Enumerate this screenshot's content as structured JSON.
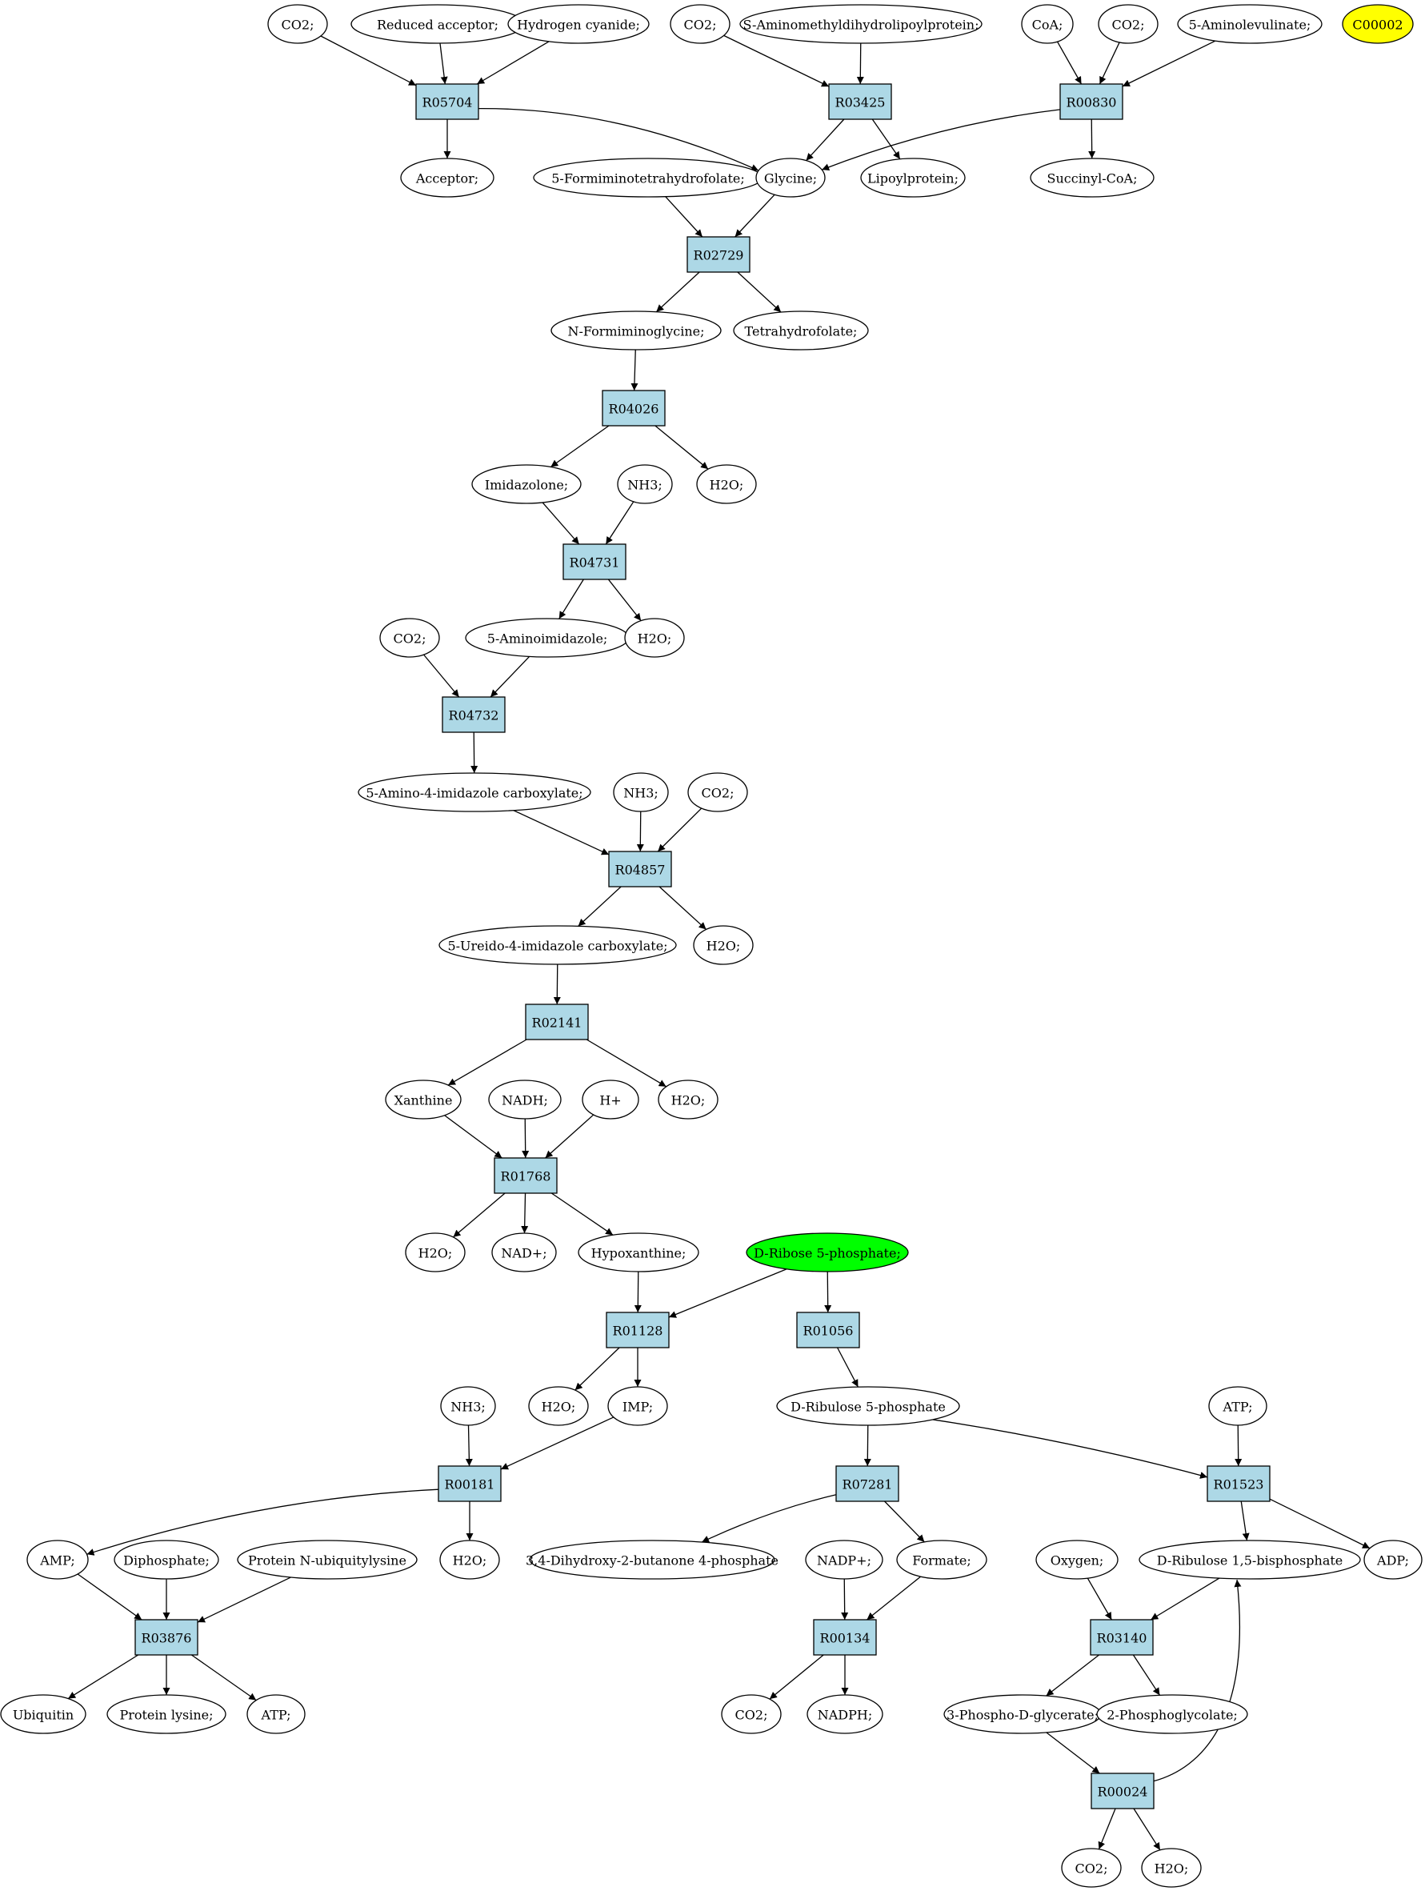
{
  "colors": {
    "reaction_fill": "#add8e6",
    "compound_fill": "#ffffff",
    "highlight_yellow": "#ffff00",
    "highlight_green": "#00ff00",
    "stroke": "#000000"
  },
  "reactions": [
    {
      "id": "R05704",
      "label": "R05704"
    },
    {
      "id": "R03425",
      "label": "R03425"
    },
    {
      "id": "R00830",
      "label": "R00830"
    },
    {
      "id": "R02729",
      "label": "R02729"
    },
    {
      "id": "R04026",
      "label": "R04026"
    },
    {
      "id": "R04731",
      "label": "R04731"
    },
    {
      "id": "R04732",
      "label": "R04732"
    },
    {
      "id": "R04857",
      "label": "R04857"
    },
    {
      "id": "R02141",
      "label": "R02141"
    },
    {
      "id": "R01768",
      "label": "R01768"
    },
    {
      "id": "R01128",
      "label": "R01128"
    },
    {
      "id": "R01056",
      "label": "R01056"
    },
    {
      "id": "R00181",
      "label": "R00181"
    },
    {
      "id": "R07281",
      "label": "R07281"
    },
    {
      "id": "R01523",
      "label": "R01523"
    },
    {
      "id": "R03876",
      "label": "R03876"
    },
    {
      "id": "R00134",
      "label": "R00134"
    },
    {
      "id": "R03140",
      "label": "R03140"
    },
    {
      "id": "R00024",
      "label": "R00024"
    }
  ],
  "compounds": [
    {
      "id": "co2_a",
      "label": "CO2;"
    },
    {
      "id": "reduced_acceptor",
      "label": "Reduced acceptor;"
    },
    {
      "id": "hydrogen_cyanide",
      "label": "Hydrogen cyanide;"
    },
    {
      "id": "co2_b",
      "label": "CO2;"
    },
    {
      "id": "s_amino",
      "label": "S-Aminomethyldihydrolipoylprotein;"
    },
    {
      "id": "coa",
      "label": "CoA;"
    },
    {
      "id": "co2_c",
      "label": "CO2;"
    },
    {
      "id": "aminolevulinate",
      "label": "5-Aminolevulinate;"
    },
    {
      "id": "c00002",
      "label": "C00002",
      "highlight": "yellow"
    },
    {
      "id": "acceptor",
      "label": "Acceptor;"
    },
    {
      "id": "formimino_thf",
      "label": "5-Formiminotetrahydrofolate;"
    },
    {
      "id": "glycine",
      "label": "Glycine;"
    },
    {
      "id": "lipoylprotein",
      "label": "Lipoylprotein;"
    },
    {
      "id": "succinyl_coa",
      "label": "Succinyl-CoA;"
    },
    {
      "id": "n_formiminoglycine",
      "label": "N-Formiminoglycine;"
    },
    {
      "id": "thf",
      "label": "Tetrahydrofolate;"
    },
    {
      "id": "imidazolone",
      "label": "Imidazolone;"
    },
    {
      "id": "nh3_a",
      "label": "NH3;"
    },
    {
      "id": "h2o_a",
      "label": "H2O;"
    },
    {
      "id": "co2_d",
      "label": "CO2;"
    },
    {
      "id": "aminoimidazole",
      "label": "5-Aminoimidazole;"
    },
    {
      "id": "h2o_b",
      "label": "H2O;"
    },
    {
      "id": "aica",
      "label": "5-Amino-4-imidazole carboxylate;"
    },
    {
      "id": "nh3_b",
      "label": "NH3;"
    },
    {
      "id": "co2_e",
      "label": "CO2;"
    },
    {
      "id": "ureido",
      "label": "5-Ureido-4-imidazole carboxylate;"
    },
    {
      "id": "h2o_c",
      "label": "H2O;"
    },
    {
      "id": "xanthine",
      "label": "Xanthine"
    },
    {
      "id": "nadh",
      "label": "NADH;"
    },
    {
      "id": "hplus",
      "label": "H+"
    },
    {
      "id": "h2o_d",
      "label": "H2O;"
    },
    {
      "id": "h2o_e",
      "label": "H2O;"
    },
    {
      "id": "nadplus",
      "label": "NAD+;"
    },
    {
      "id": "hypoxanthine",
      "label": "Hypoxanthine;"
    },
    {
      "id": "ribose5p",
      "label": "D-Ribose 5-phosphate;",
      "highlight": "green"
    },
    {
      "id": "nh3_c",
      "label": "NH3;"
    },
    {
      "id": "h2o_f",
      "label": "H2O;"
    },
    {
      "id": "imp",
      "label": "IMP;"
    },
    {
      "id": "ribulose5p",
      "label": "D-Ribulose 5-phosphate"
    },
    {
      "id": "atp_a",
      "label": "ATP;"
    },
    {
      "id": "amp",
      "label": "AMP;"
    },
    {
      "id": "diphosphate",
      "label": "Diphosphate;"
    },
    {
      "id": "protein_n_ubq",
      "label": "Protein N-ubiquitylysine"
    },
    {
      "id": "h2o_g",
      "label": "H2O;"
    },
    {
      "id": "dhbp",
      "label": "3,4-Dihydroxy-2-butanone 4-phosphate"
    },
    {
      "id": "nadpplus",
      "label": "NADP+;"
    },
    {
      "id": "formate",
      "label": "Formate;"
    },
    {
      "id": "oxygen",
      "label": "Oxygen;"
    },
    {
      "id": "rubp",
      "label": "D-Ribulose 1,5-bisphosphate"
    },
    {
      "id": "adp",
      "label": "ADP;"
    },
    {
      "id": "ubiquitin",
      "label": "Ubiquitin"
    },
    {
      "id": "protein_lysine",
      "label": "Protein lysine;"
    },
    {
      "id": "atp_b",
      "label": "ATP;"
    },
    {
      "id": "co2_f",
      "label": "CO2;"
    },
    {
      "id": "nadph",
      "label": "NADPH;"
    },
    {
      "id": "pga3",
      "label": "3-Phospho-D-glycerate;"
    },
    {
      "id": "phosphoglycolate",
      "label": "2-Phosphoglycolate;"
    },
    {
      "id": "co2_g",
      "label": "CO2;"
    },
    {
      "id": "h2o_h",
      "label": "H2O;"
    }
  ],
  "edges": [
    [
      "co2_a",
      "R05704"
    ],
    [
      "reduced_acceptor",
      "R05704"
    ],
    [
      "hydrogen_cyanide",
      "R05704"
    ],
    [
      "R05704",
      "acceptor"
    ],
    [
      "R05704",
      "glycine"
    ],
    [
      "co2_b",
      "R03425"
    ],
    [
      "s_amino",
      "R03425"
    ],
    [
      "R03425",
      "glycine"
    ],
    [
      "R03425",
      "lipoylprotein"
    ],
    [
      "coa",
      "R00830"
    ],
    [
      "co2_c",
      "R00830"
    ],
    [
      "aminolevulinate",
      "R00830"
    ],
    [
      "R00830",
      "glycine"
    ],
    [
      "R00830",
      "succinyl_coa"
    ],
    [
      "formimino_thf",
      "R02729"
    ],
    [
      "glycine",
      "R02729"
    ],
    [
      "R02729",
      "n_formiminoglycine"
    ],
    [
      "R02729",
      "thf"
    ],
    [
      "n_formiminoglycine",
      "R04026"
    ],
    [
      "R04026",
      "imidazolone"
    ],
    [
      "R04026",
      "h2o_a"
    ],
    [
      "imidazolone",
      "R04731"
    ],
    [
      "nh3_a",
      "R04731"
    ],
    [
      "R04731",
      "aminoimidazole"
    ],
    [
      "R04731",
      "h2o_b"
    ],
    [
      "co2_d",
      "R04732"
    ],
    [
      "aminoimidazole",
      "R04732"
    ],
    [
      "R04732",
      "aica"
    ],
    [
      "aica",
      "R04857"
    ],
    [
      "nh3_b",
      "R04857"
    ],
    [
      "co2_e",
      "R04857"
    ],
    [
      "R04857",
      "ureido"
    ],
    [
      "R04857",
      "h2o_c"
    ],
    [
      "ureido",
      "R02141"
    ],
    [
      "R02141",
      "xanthine"
    ],
    [
      "R02141",
      "h2o_d"
    ],
    [
      "xanthine",
      "R01768"
    ],
    [
      "nadh",
      "R01768"
    ],
    [
      "hplus",
      "R01768"
    ],
    [
      "R01768",
      "h2o_e"
    ],
    [
      "R01768",
      "nadplus"
    ],
    [
      "R01768",
      "hypoxanthine"
    ],
    [
      "hypoxanthine",
      "R01128"
    ],
    [
      "ribose5p",
      "R01128"
    ],
    [
      "ribose5p",
      "R01056"
    ],
    [
      "R01128",
      "h2o_f"
    ],
    [
      "R01128",
      "imp"
    ],
    [
      "R01056",
      "ribulose5p"
    ],
    [
      "nh3_c",
      "R00181"
    ],
    [
      "imp",
      "R00181"
    ],
    [
      "R00181",
      "amp"
    ],
    [
      "R00181",
      "h2o_g"
    ],
    [
      "ribulose5p",
      "R07281"
    ],
    [
      "ribulose5p",
      "R01523"
    ],
    [
      "atp_a",
      "R01523"
    ],
    [
      "R07281",
      "dhbp"
    ],
    [
      "R07281",
      "formate"
    ],
    [
      "R01523",
      "rubp"
    ],
    [
      "R01523",
      "adp"
    ],
    [
      "amp",
      "R03876"
    ],
    [
      "diphosphate",
      "R03876"
    ],
    [
      "protein_n_ubq",
      "R03876"
    ],
    [
      "R03876",
      "ubiquitin"
    ],
    [
      "R03876",
      "protein_lysine"
    ],
    [
      "R03876",
      "atp_b"
    ],
    [
      "nadpplus",
      "R00134"
    ],
    [
      "formate",
      "R00134"
    ],
    [
      "R00134",
      "co2_f"
    ],
    [
      "R00134",
      "nadph"
    ],
    [
      "oxygen",
      "R03140"
    ],
    [
      "rubp",
      "R03140"
    ],
    [
      "R03140",
      "pga3"
    ],
    [
      "R03140",
      "phosphoglycolate"
    ],
    [
      "pga3",
      "R00024"
    ],
    [
      "R00024",
      "co2_g"
    ],
    [
      "R00024",
      "h2o_h"
    ],
    [
      "R00024",
      "rubp"
    ]
  ]
}
